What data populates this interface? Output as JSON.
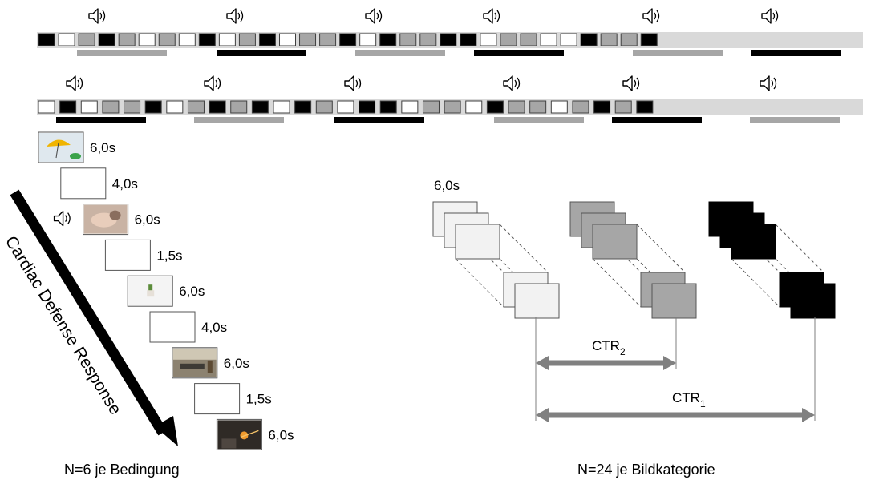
{
  "colors": {
    "black": "#000000",
    "gray": "#a6a6a6",
    "light": "#f2f2f2",
    "white": "#ffffff",
    "track": "#d9d9d9",
    "arrow": "#808080"
  },
  "sequence_rows": [
    {
      "blocks": [
        "black",
        "white",
        "gray",
        "black",
        "gray",
        "white",
        "gray",
        "white",
        "black",
        "white",
        "gray",
        "black",
        "white",
        "gray",
        "gray",
        "black",
        "white",
        "black",
        "gray",
        "gray",
        "black",
        "black",
        "white",
        "gray",
        "gray",
        "white",
        "white",
        "black",
        "gray",
        "gray",
        "black"
      ],
      "underbars": [
        "gray",
        "black",
        "gray",
        "black",
        "gray",
        "black"
      ],
      "speaker_count": 6
    },
    {
      "blocks": [
        "white",
        "black",
        "white",
        "gray",
        "gray",
        "black",
        "white",
        "gray",
        "black",
        "gray",
        "black",
        "white",
        "black",
        "gray",
        "white",
        "black",
        "black",
        "white",
        "gray",
        "gray",
        "white",
        "black",
        "gray",
        "gray",
        "white",
        "gray",
        "black",
        "gray",
        "black"
      ],
      "underbars": [
        "black",
        "gray",
        "black",
        "gray",
        "black",
        "gray"
      ],
      "speaker_count": 6
    }
  ],
  "timeline": {
    "items": [
      {
        "kind": "photo",
        "icon": "umbrella-photo-icon",
        "duration": "6,0s",
        "audio": false
      },
      {
        "kind": "blank",
        "duration": "4,0s",
        "audio": false
      },
      {
        "kind": "photo",
        "icon": "hand-photo-icon",
        "duration": "6,0s",
        "audio": true
      },
      {
        "kind": "blank",
        "duration": "1,5s",
        "audio": false
      },
      {
        "kind": "photo",
        "icon": "cactus-photo-icon",
        "duration": "6,0s",
        "audio": false
      },
      {
        "kind": "blank",
        "duration": "4,0s",
        "audio": false
      },
      {
        "kind": "photo",
        "icon": "room-photo-icon",
        "duration": "6,0s",
        "audio": false
      },
      {
        "kind": "blank",
        "duration": "1,5s",
        "audio": false
      },
      {
        "kind": "photo",
        "icon": "fire-photo-icon",
        "duration": "6,0s",
        "audio": false
      }
    ],
    "arrow_label": "Cardiac Defense Response",
    "caption": "N=6 je Bedingung"
  },
  "diagram": {
    "duration_label": "6,0s",
    "stacks": [
      {
        "fill": "#f2f2f2"
      },
      {
        "fill": "#a6a6a6"
      },
      {
        "fill": "#000000"
      }
    ],
    "ctr2_label": "CTR",
    "ctr2_sub": "2",
    "ctr1_label": "CTR",
    "ctr1_sub": "1",
    "caption": "N=24 je Bildkategorie"
  }
}
